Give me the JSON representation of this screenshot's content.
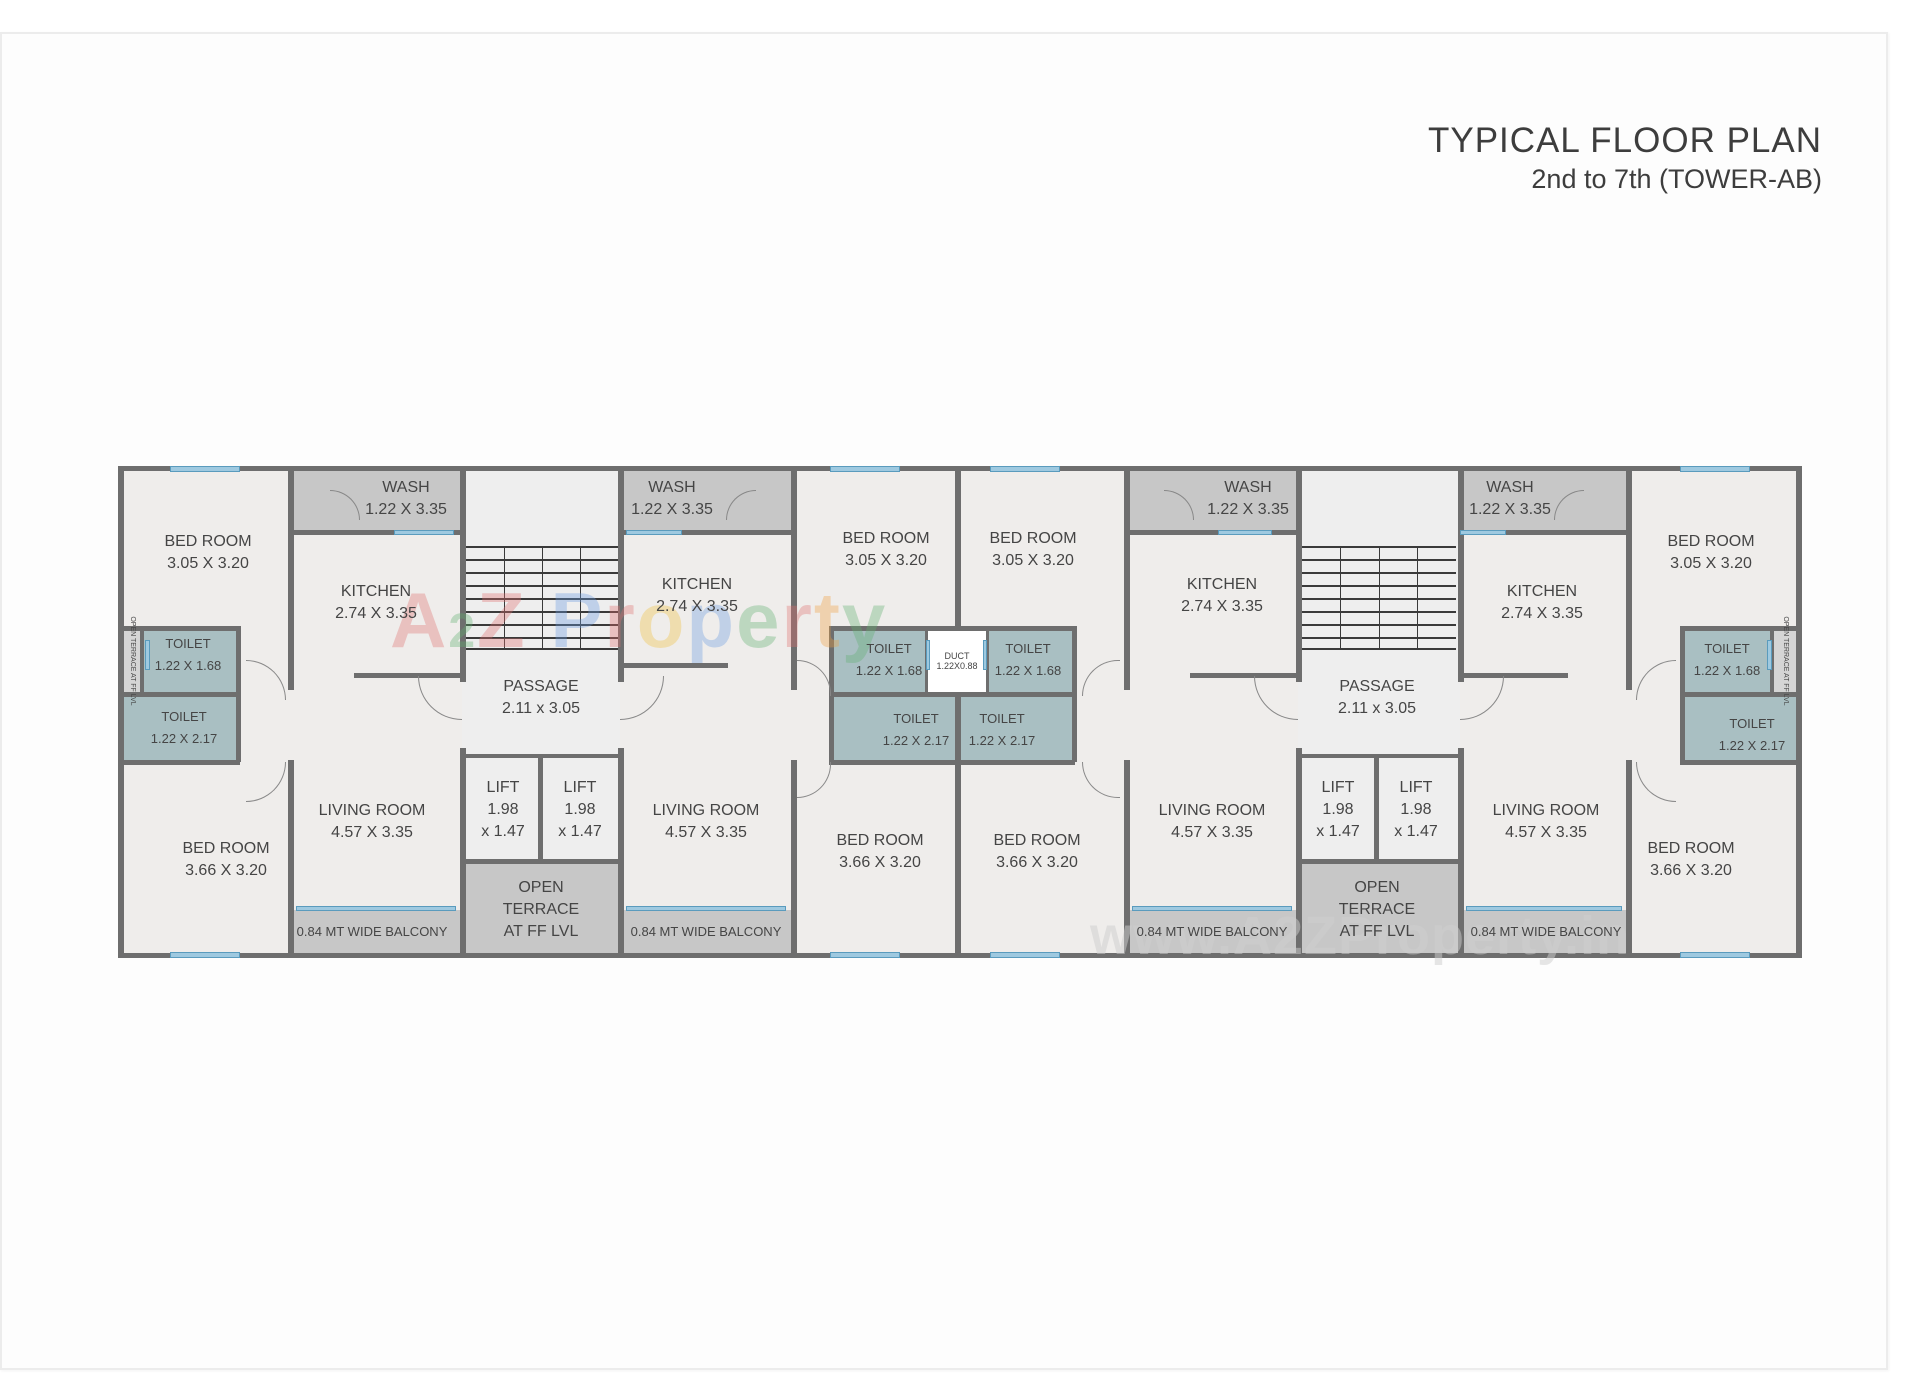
{
  "title": {
    "main": "TYPICAL FLOOR PLAN",
    "sub": "2nd to 7th (TOWER-AB)"
  },
  "colors": {
    "wall": "#6e6e6e",
    "room_fill": "#efedeb",
    "wet_fill": "#c7c7c7",
    "toilet_fill": "#a9bfc2",
    "window": "#9ec9e0",
    "text": "#454545"
  },
  "watermark": {
    "logo": {
      "a": "A",
      "two": "2",
      "z": "Z",
      "p": "P",
      "r": "r",
      "o": "o",
      "p2": "p",
      "e": "e",
      "r2": "r",
      "t": "t",
      "y": "y"
    },
    "url": "www.A2ZProperty.in"
  },
  "rooms": {
    "u1_bed1": {
      "name": "BED ROOM",
      "size": "3.05 X 3.20"
    },
    "u1_toilet1": {
      "name": "TOILET",
      "size": "1.22 X 1.68"
    },
    "u1_toilet2": {
      "name": "TOILET",
      "size": "1.22 X 2.17"
    },
    "u1_bed2": {
      "name": "BED ROOM",
      "size": "3.66 X 3.20"
    },
    "u1_terrace": {
      "name": "OPEN TERRACE AT FF LVL"
    },
    "u1_wash": {
      "name": "WASH",
      "size": "1.22 X 3.35"
    },
    "u1_kitchen": {
      "name": "KITCHEN",
      "size": "2.74 X 3.35"
    },
    "u1_living": {
      "name": "LIVING ROOM",
      "size": "4.57 X 3.35"
    },
    "u1_balcony": {
      "name": "0.84 MT WIDE BALCONY"
    },
    "core1_passage": {
      "name": "PASSAGE",
      "size": "2.11 x 3.05"
    },
    "core1_lift1": {
      "name": "LIFT",
      "size1": "1.98",
      "size2": "x 1.47"
    },
    "core1_lift2": {
      "name": "LIFT",
      "size1": "1.98",
      "size2": "x 1.47"
    },
    "core1_terrace": {
      "l1": "OPEN",
      "l2": "TERRACE",
      "l3": "AT FF LVL"
    },
    "u2_wash": {
      "name": "WASH",
      "size": "1.22 X 3.35"
    },
    "u2_kitchen": {
      "name": "KITCHEN",
      "size": "2.74 X 3.35"
    },
    "u2_living": {
      "name": "LIVING ROOM",
      "size": "4.57 X 3.35"
    },
    "u2_balcony": {
      "name": "0.84 MT WIDE BALCONY"
    },
    "u2_bed1": {
      "name": "BED ROOM",
      "size": "3.05 X 3.20"
    },
    "u2_toilet1": {
      "name": "TOILET",
      "size": "1.22 X 1.68"
    },
    "u2_toilet2": {
      "name": "TOILET",
      "size": "1.22 X 2.17"
    },
    "u2_bed2": {
      "name": "BED ROOM",
      "size": "3.66 X 3.20"
    },
    "duct": {
      "name": "DUCT",
      "size": "1.22X0.88"
    },
    "u3_bed1": {
      "name": "BED ROOM",
      "size": "3.05 X 3.20"
    },
    "u3_toilet1": {
      "name": "TOILET",
      "size": "1.22 X 1.68"
    },
    "u3_toilet2": {
      "name": "TOILET",
      "size": "1.22 X 2.17"
    },
    "u3_bed2": {
      "name": "BED ROOM",
      "size": "3.66 X 3.20"
    },
    "u3_wash": {
      "name": "WASH",
      "size": "1.22 X 3.35"
    },
    "u3_kitchen": {
      "name": "KITCHEN",
      "size": "2.74 X 3.35"
    },
    "u3_living": {
      "name": "LIVING ROOM",
      "size": "4.57 X 3.35"
    },
    "u3_balcony": {
      "name": "0.84 MT WIDE BALCONY"
    },
    "core2_passage": {
      "name": "PASSAGE",
      "size": "2.11 x 3.05"
    },
    "core2_lift1": {
      "name": "LIFT",
      "size1": "1.98",
      "size2": "x 1.47"
    },
    "core2_lift2": {
      "name": "LIFT",
      "size1": "1.98",
      "size2": "x 1.47"
    },
    "core2_terrace": {
      "l1": "OPEN",
      "l2": "TERRACE",
      "l3": "AT FF LVL"
    },
    "u4_wash": {
      "name": "WASH",
      "size": "1.22 X 3.35"
    },
    "u4_kitchen": {
      "name": "KITCHEN",
      "size": "2.74 X 3.35"
    },
    "u4_living": {
      "name": "LIVING ROOM",
      "size": "4.57 X 3.35"
    },
    "u4_balcony": {
      "name": "0.84 MT WIDE BALCONY"
    },
    "u4_bed1": {
      "name": "BED ROOM",
      "size": "3.05 X 3.20"
    },
    "u4_toilet1": {
      "name": "TOILET",
      "size": "1.22 X 1.68"
    },
    "u4_toilet2": {
      "name": "TOILET",
      "size": "1.22 X 2.17"
    },
    "u4_bed2": {
      "name": "BED ROOM",
      "size": "3.66 X 3.20"
    },
    "u4_terrace": {
      "name": "OPEN TERRACE AT FF LVL"
    }
  }
}
